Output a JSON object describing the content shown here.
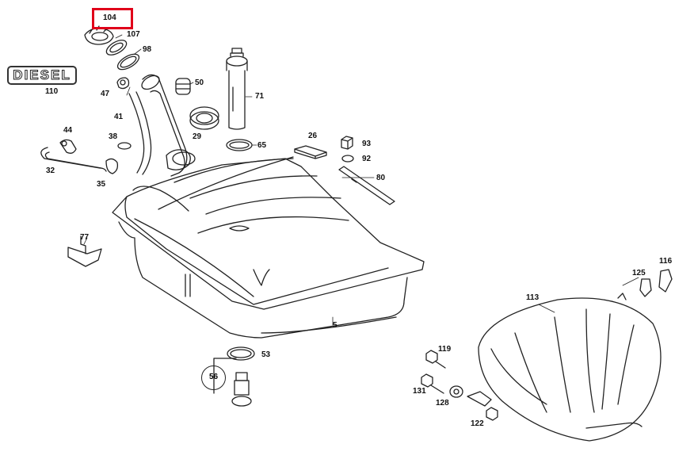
{
  "badge_text": "DIESEL",
  "highlight_color": "#e0001a",
  "labels": {
    "p104": "104",
    "p107": "107",
    "p98": "98",
    "p110": "110",
    "p47": "47",
    "p50": "50",
    "p71": "71",
    "p41": "41",
    "p44": "44",
    "p38": "38",
    "p29": "29",
    "p65": "65",
    "p26": "26",
    "p93": "93",
    "p92": "92",
    "p32": "32",
    "p35": "35",
    "p80": "80",
    "p77": "77",
    "p5": "5",
    "p116": "116",
    "p125": "125",
    "p113": "113",
    "p53": "53",
    "p56": "56",
    "p119": "119",
    "p131": "131",
    "p128": "128",
    "p122": "122"
  }
}
